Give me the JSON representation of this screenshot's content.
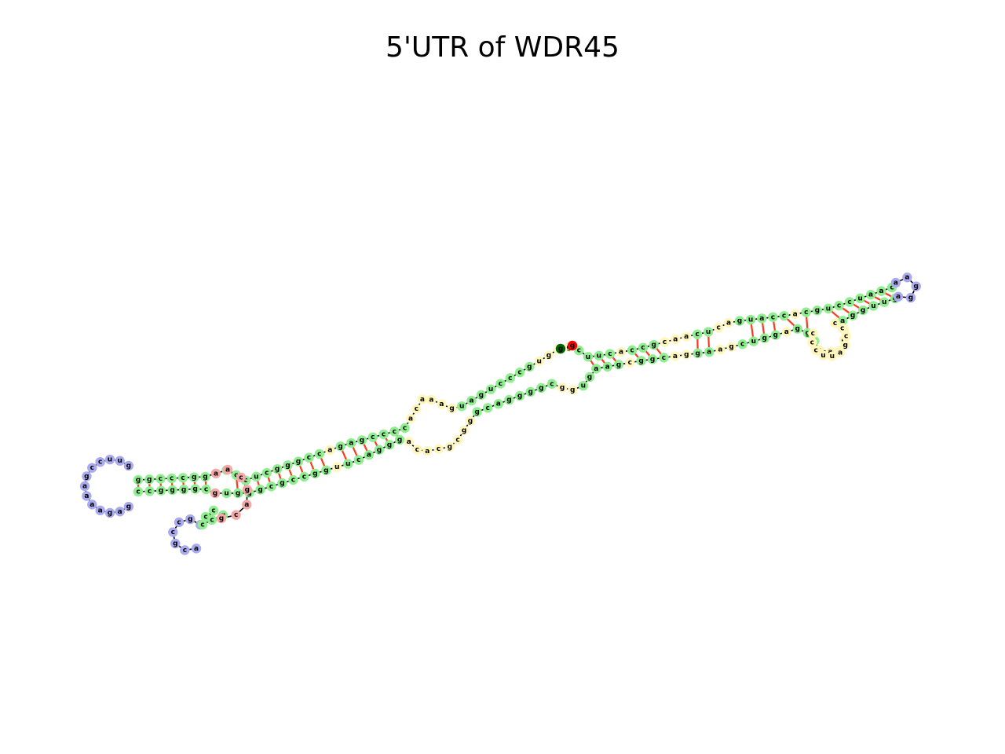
{
  "title": "5'UTR of WDR45",
  "colors": {
    "stem": "#90ee90",
    "hairpin_loop": "#aaaaee",
    "internal_loop": "#fff6bb",
    "multi_loop": "#f4a9a9",
    "start": "#006400",
    "end": "#ff0000",
    "backbone": "#000000",
    "pair_bond": "#ff3b1f"
  },
  "strands": [
    {
      "id": "upper",
      "segments": [
        {
          "type": "stem",
          "seq": "ggcccgg"
        },
        {
          "type": "multi",
          "seq": "a"
        },
        {
          "type": "stem",
          "seq": "accucgggcc"
        },
        {
          "type": "internal",
          "seq": "a"
        },
        {
          "type": "stem",
          "seq": "gagcccc"
        },
        {
          "type": "internal",
          "seq": "acaaag"
        },
        {
          "type": "stem",
          "seq": "uagucccg"
        },
        {
          "type": "terminal",
          "seq": "ugag"
        },
        {
          "type": "stem",
          "seq": "cuuc"
        },
        {
          "type": "internal",
          "seq": "a"
        },
        {
          "type": "stem",
          "seq": "ccg"
        },
        {
          "type": "internal",
          "seq": "caa"
        },
        {
          "type": "stem",
          "seq": "cu"
        },
        {
          "type": "internal",
          "seq": "ca"
        },
        {
          "type": "stem",
          "seq": "guacc"
        },
        {
          "type": "internal",
          "seq": "a"
        },
        {
          "type": "stem",
          "seq": "cguccuaac"
        }
      ]
    },
    {
      "id": "lower",
      "segments": [
        {
          "type": "stem",
          "seq": "ccggggc"
        },
        {
          "type": "multi",
          "seq": "g"
        },
        {
          "type": "stem",
          "seq": "ugggcgccgg"
        },
        {
          "type": "internal",
          "seq": "u"
        },
        {
          "type": "stem",
          "seq": "ucaggg"
        },
        {
          "type": "internal",
          "seq": "acacgcgg"
        },
        {
          "type": "stem",
          "seq": "gcaggggc"
        },
        {
          "type": "internal",
          "seq": "gg"
        },
        {
          "type": "stem",
          "seq": "ugaag"
        },
        {
          "type": "internal",
          "seq": "c"
        },
        {
          "type": "stem",
          "seq": "ggc"
        },
        {
          "type": "internal",
          "seq": "ag"
        },
        {
          "type": "stem",
          "seq": "ga"
        },
        {
          "type": "internal",
          "seq": "ag"
        },
        {
          "type": "stem",
          "seq": "cugg"
        },
        {
          "type": "internal",
          "seq": "a"
        },
        {
          "type": "stem",
          "seq": "ggc"
        },
        {
          "type": "internal",
          "seq": "caugu"
        },
        {
          "type": "stem",
          "seq": "agguug"
        }
      ]
    }
  ],
  "hairpins": [
    {
      "id": "left-hairpin",
      "seq": "guuccgaaaagag"
    },
    {
      "id": "right-hairpin",
      "seq": "aagga"
    },
    {
      "id": "small-hairpin",
      "seq": "ggccgca"
    },
    {
      "id": "lower-loop",
      "seq": "cccgauuccc"
    }
  ],
  "multiloop_extra": "acgacg",
  "branch_stem": {
    "upper": "cc",
    "lower": "ccg"
  }
}
